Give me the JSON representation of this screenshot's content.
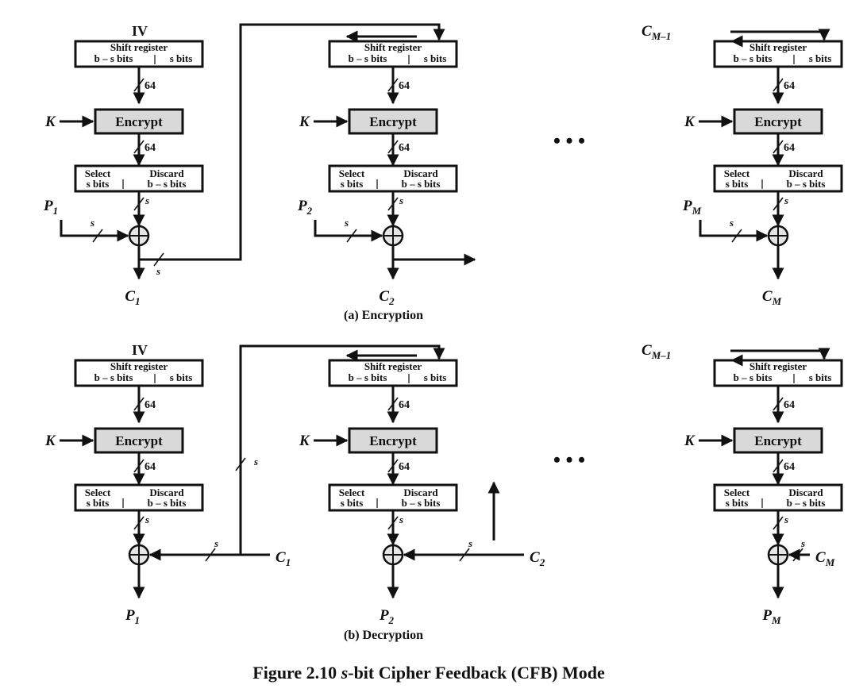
{
  "figure": {
    "caption_prefix": "Figure 2.10",
    "caption_italic": "s",
    "caption_rest": "-bit Cipher Feedback (CFB) Mode"
  },
  "shared_labels": {
    "iv": "IV",
    "shift_register_title": "Shift register",
    "shift_left": "b – s bits",
    "shift_right": "s bits",
    "encrypt": "Encrypt",
    "select_title": "Select",
    "select_bits": "s bits",
    "discard_title": "Discard",
    "discard_bits": "b – s bits",
    "width_64": "64",
    "width_s": "s",
    "key": "K",
    "dots": "•     •     •"
  },
  "encryption": {
    "caption": "(a) Encryption",
    "stages": [
      {
        "input_top": "IV",
        "plain": "P",
        "plain_sub": "1",
        "cipher": "C",
        "cipher_sub": "1"
      },
      {
        "input_top": "",
        "plain": "P",
        "plain_sub": "2",
        "cipher": "C",
        "cipher_sub": "2"
      },
      {
        "input_top": "C",
        "input_top_sub": "M–1",
        "plain": "P",
        "plain_sub": "M",
        "cipher": "C",
        "cipher_sub": "M"
      }
    ]
  },
  "decryption": {
    "caption": "(b) Decryption",
    "stages": [
      {
        "input_top": "IV",
        "cipher": "C",
        "cipher_sub": "1",
        "plain": "P",
        "plain_sub": "1"
      },
      {
        "input_top": "",
        "cipher": "C",
        "cipher_sub": "2",
        "plain": "P",
        "plain_sub": "2"
      },
      {
        "input_top": "C",
        "input_top_sub": "M–1",
        "cipher": "C",
        "cipher_sub": "M",
        "plain": "P",
        "plain_sub": "M"
      }
    ]
  }
}
